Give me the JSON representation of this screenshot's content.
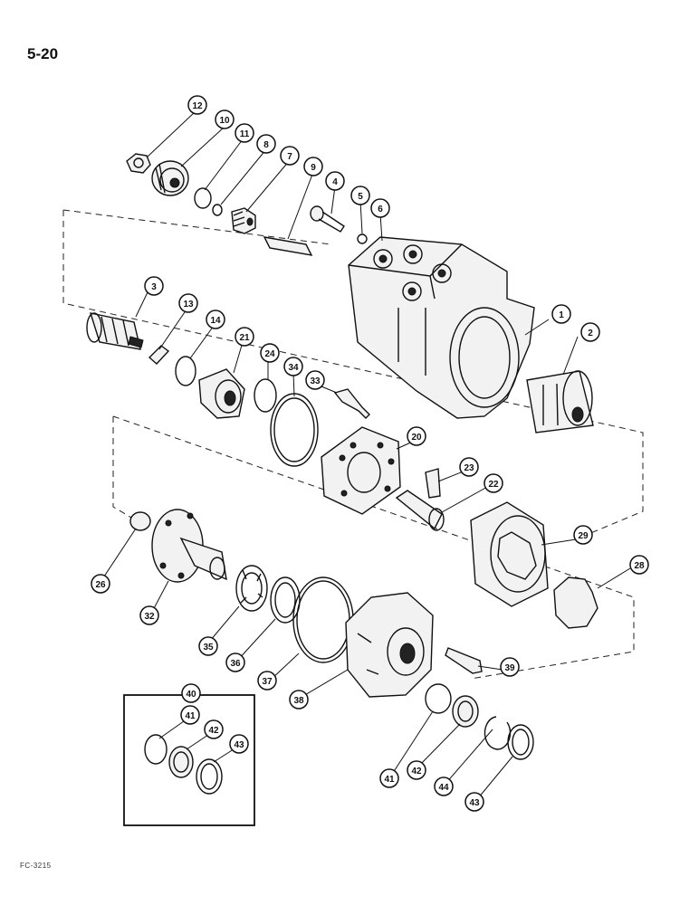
{
  "page": {
    "number": "5-20",
    "figure_code": "FC-3215"
  },
  "callouts": {
    "c1": "1",
    "c2": "2",
    "c3": "3",
    "c4": "4",
    "c5": "5",
    "c6": "6",
    "c7": "7",
    "c8": "8",
    "c9": "9",
    "c10": "10",
    "c11": "11",
    "c12": "12",
    "c13": "13",
    "c14": "14",
    "c20": "20",
    "c21": "21",
    "c22": "22",
    "c23": "23",
    "c24": "24",
    "c26": "26",
    "c28": "28",
    "c29": "29",
    "c32": "32",
    "c33": "33",
    "c34": "34",
    "c35": "35",
    "c36": "36",
    "c37": "37",
    "c38": "38",
    "c39": "39",
    "c40": "40",
    "c41a": "41",
    "c42a": "42",
    "c43a": "43",
    "c41b": "41",
    "c42b": "42",
    "c43b": "43",
    "c44": "44"
  }
}
